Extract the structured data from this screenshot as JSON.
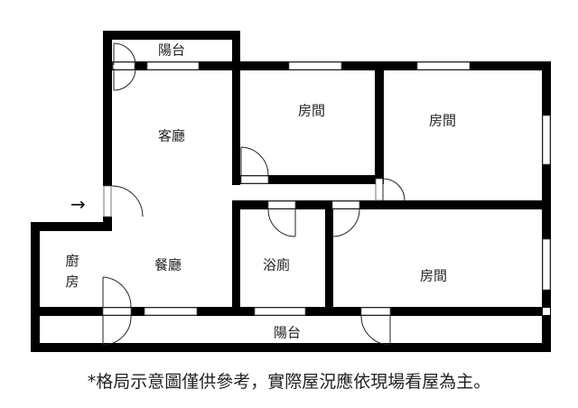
{
  "rooms": {
    "balcony_top": "陽台",
    "living_room": "客廳",
    "bedroom_1": "房間",
    "bedroom_2": "房間",
    "kitchen": "廚房",
    "dining_room": "餐廳",
    "bathroom": "浴廁",
    "bedroom_3": "房間",
    "balcony_bottom": "陽台"
  },
  "entrance_arrow": "→",
  "caption": "*格局示意圖僅供參考，實際屋況應依現場看屋為主。",
  "colors": {
    "wall": "#000000",
    "text": "#222222"
  }
}
